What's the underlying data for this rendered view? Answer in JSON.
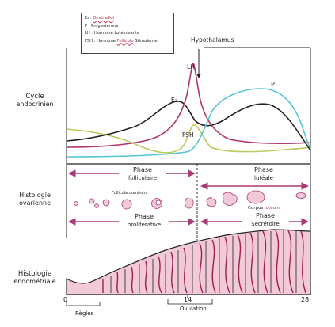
{
  "legend": {
    "e2_key": "E₂ :",
    "e2_name": "Oestradiol",
    "p_line": "P : Progestérone",
    "lh_key": "LH : Hormone",
    "lh_rest": "Lutéinisante",
    "fsh_key": "FSH : Hormone",
    "fsh_red": "Folliculo",
    "fsh_rest": "Stimulante"
  },
  "hypothalamus_label": "Hypothalamus",
  "curve_labels": {
    "lh": "LH",
    "e2": "E₂",
    "fsh": "FSH",
    "p": "P"
  },
  "row_labels": {
    "cycle_1": "Cycle",
    "cycle_2": "endocrinien",
    "histo_ovarienne_1": "Histologie",
    "histo_ovarienne_2": "ovarienne",
    "histo_endo_1": "Histologie",
    "histo_endo_2": "endométriale"
  },
  "phases": {
    "folliculaire_1": "Phase",
    "folliculaire_2": "folliculaire",
    "luteale_1": "Phase",
    "luteale_2": "lutéale",
    "proliferative_1": "Phase",
    "proliferative_2": "proliférative",
    "secretoire_1": "Phase",
    "secretoire_2": "Sécrétoire"
  },
  "ovary_labels": {
    "dominant": "Follicule dominant",
    "corpus": "Corpus",
    "luteum": "luteum"
  },
  "axis": {
    "tick_0": "0",
    "tick_14": "14",
    "tick_28": "28",
    "ovulation": "Ovulation",
    "regles": "Règles"
  },
  "colors": {
    "lh": "#b0356e",
    "e2": "#222222",
    "fsh": "#b8cc5a",
    "p": "#55c4d4",
    "arrow": "#a83a78",
    "endometrium_fill": "#f2c9d6",
    "gland": "#9a1f4f",
    "legend_red": "#c0304a"
  }
}
